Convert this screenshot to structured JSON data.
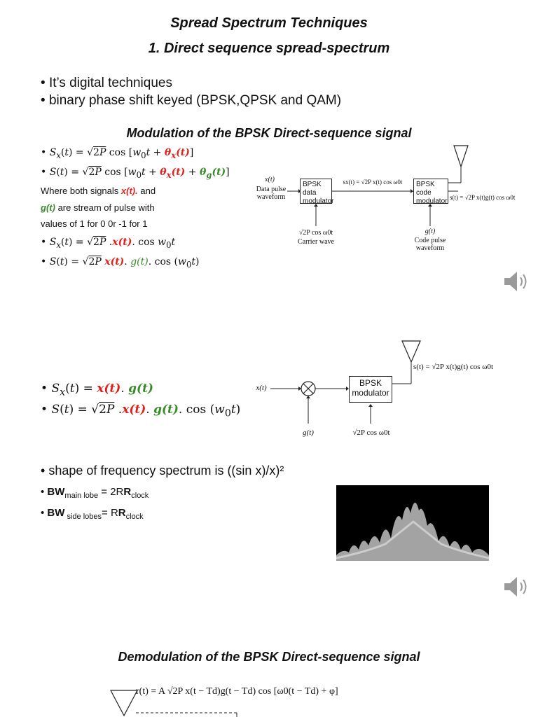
{
  "titles": {
    "main": "Spread Spectrum Techniques",
    "sub": "1. Direct sequence spread-spectrum"
  },
  "intro_bullets": [
    "It’s digital techniques",
    "binary phase shift keyed (BPSK,QPSK and QAM)"
  ],
  "modulation": {
    "heading": "Modulation of the BPSK Direct-sequence signal",
    "where_text_1": "Where both signals",
    "where_signal_x": "x(t).",
    "where_and": "and",
    "where_signal_g": "g(t)",
    "where_text_2": "are stream of pulse with",
    "where_text_3": "values of 1 for 0 0r -1 for 1",
    "diagram": {
      "xt_label": "x(t)",
      "input_label": "Data pulse waveform",
      "box1": "BPSK data modulator",
      "mid_eq": "sx(t) = √2P x(t) cos ω0t",
      "box2": "BPSK code modulator",
      "out_eq": "s(t) = √2P x(t)g(t) cos ω0t",
      "carrier_eq": "√2P cos ω0t",
      "carrier_label": "Carrier wave",
      "gt_label": "g(t)",
      "code_label": "Code pulse waveform"
    }
  },
  "mixer": {
    "xt_label": "x(t)",
    "gt_label": "g(t)",
    "box": "BPSK modulator",
    "carrier_eq": "√2P cos ω0t",
    "out_eq": "s(t) = √2P x(t)g(t) cos ω0t"
  },
  "spectrum": {
    "bullet": "shape of frequency spectrum is ((sin x)/x)²",
    "bw_main_label": "BW",
    "bw_main_sub": "main lobe",
    "bw_main_eq": " = 2R",
    "bw_main_eq_sub": "clock",
    "bw_side_label": "BW",
    "bw_side_sub": " side lobes",
    "bw_side_eq": "= R",
    "bw_side_eq_sub": "clock"
  },
  "demodulation": {
    "heading": "Demodulation of the BPSK Direct-sequence signal",
    "rt_eq": "r(t) = A √2P x(t − Td)g(t − Td) cos [ω0(t − Td) + φ]"
  },
  "icons": {
    "speaker": "speaker-icon",
    "antenna": "antenna-icon",
    "mixer": "multiplier-icon"
  },
  "colors": {
    "red": "#e0221b",
    "green": "#3a8a2b"
  }
}
